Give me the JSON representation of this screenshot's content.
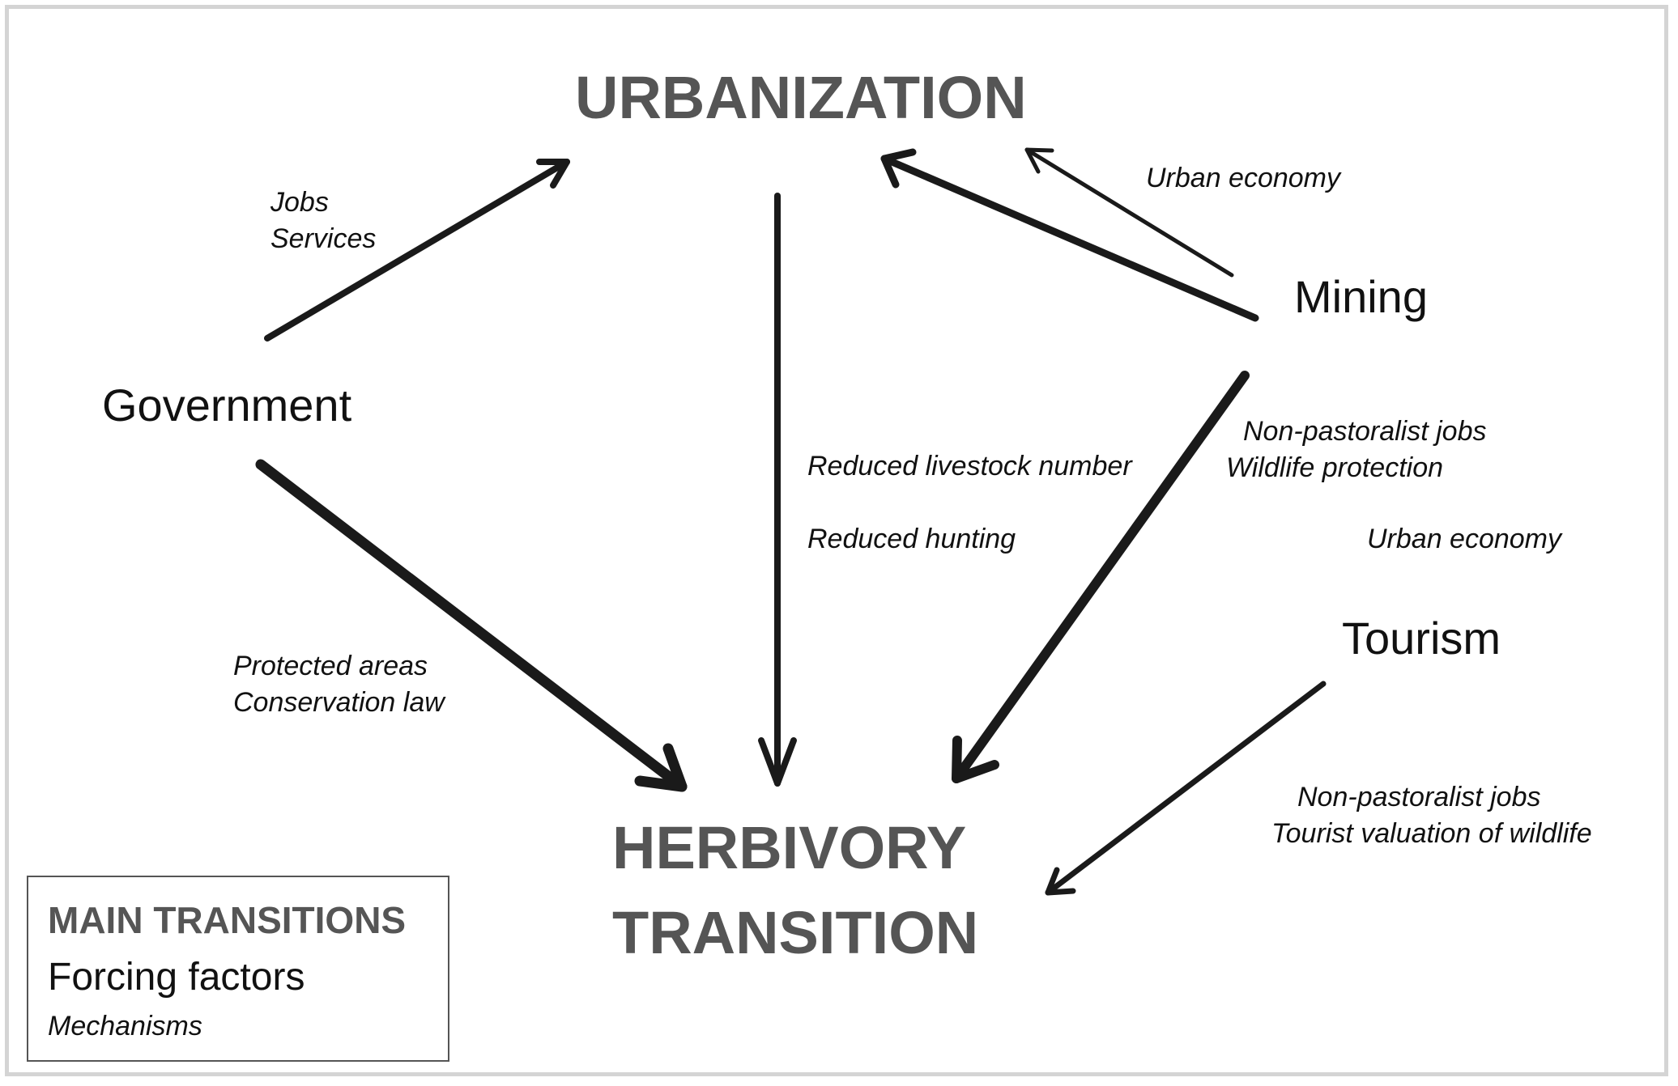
{
  "diagram": {
    "transitions": {
      "urbanization": "URBANIZATION",
      "herbivory_line1": "HERBIVORY",
      "herbivory_line2": "TRANSITION"
    },
    "forcing_factors": {
      "government": "Government",
      "mining": "Mining",
      "tourism": "Tourism"
    },
    "mechanisms": {
      "gov_urban_1": "Jobs",
      "gov_urban_2": "Services",
      "gov_herb_1": "Protected areas",
      "gov_herb_2": "Conservation law",
      "urban_herb_1": "Reduced livestock number",
      "urban_herb_2": "Reduced hunting",
      "mining_urban": "Urban economy",
      "mining_herb_1": "Non-pastoralist jobs",
      "mining_herb_2": "Wildlife protection",
      "tourism_urban": "Urban economy",
      "tourism_herb_1": "Non-pastoralist jobs",
      "tourism_herb_2": "Tourist valuation of wildlife"
    }
  },
  "legend": {
    "main_transitions": "MAIN TRANSITIONS",
    "forcing_factors": "Forcing factors",
    "mechanisms": "Mechanisms"
  }
}
